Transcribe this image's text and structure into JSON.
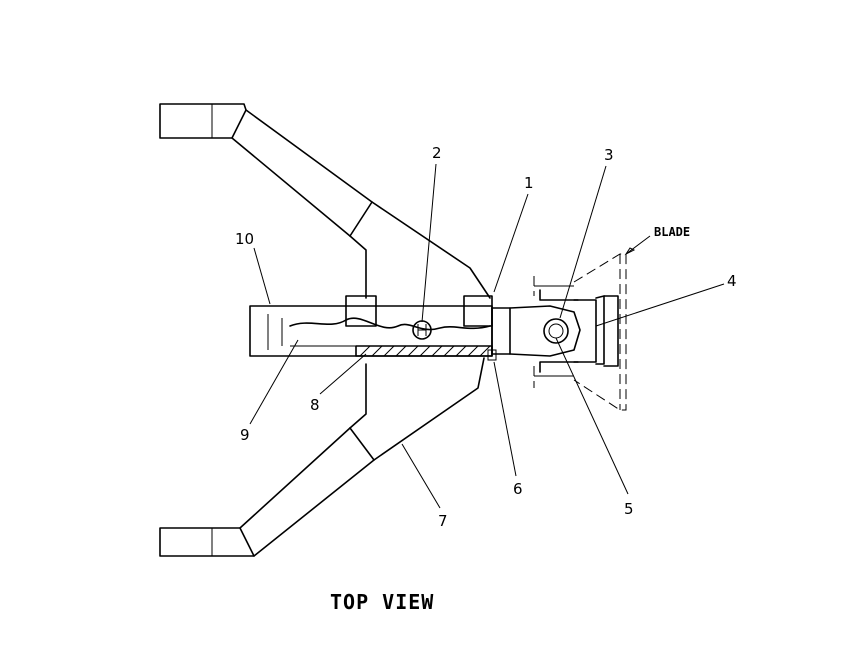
{
  "diagram": {
    "caption": "TOP VIEW",
    "blade_label": "BLADE",
    "callouts": [
      "1",
      "2",
      "3",
      "4",
      "5",
      "6",
      "7",
      "8",
      "9",
      "10"
    ]
  }
}
